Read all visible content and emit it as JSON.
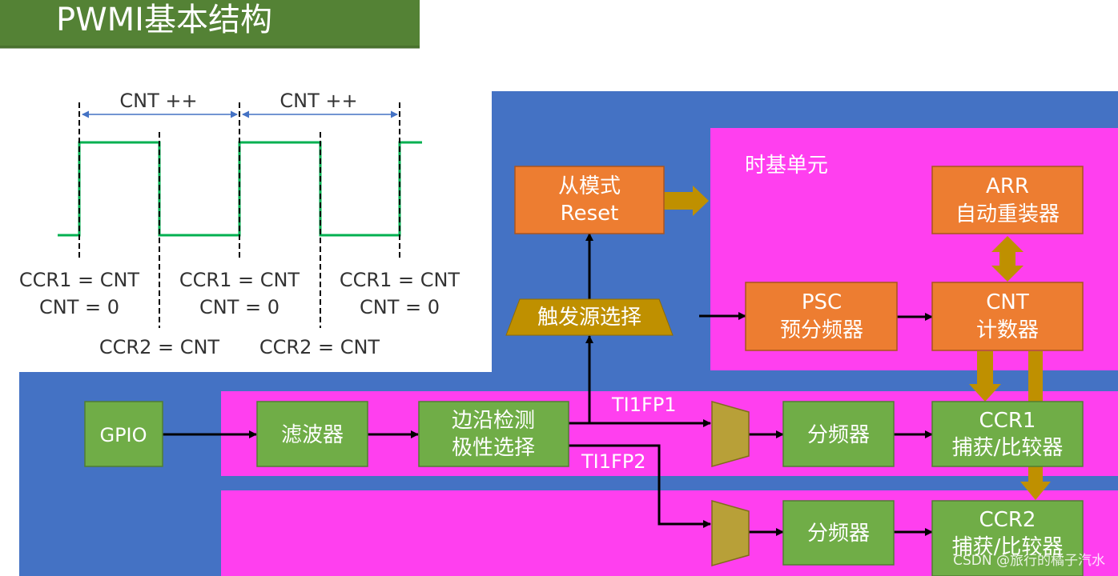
{
  "title": "PWMI基本结构",
  "timing": {
    "cnt_label_1": "CNT ++",
    "cnt_label_2": "CNT ++",
    "rise_1_line1": "CCR1 = CNT",
    "rise_1_line2": "CNT = 0",
    "rise_2_line1": "CCR1 = CNT",
    "rise_2_line2": "CNT = 0",
    "rise_3_line1": "CCR1 = CNT",
    "rise_3_line2": "CNT = 0",
    "fall_1": "CCR2 = CNT",
    "fall_2": "CCR2 = CNT"
  },
  "blocks": {
    "slave_mode_line1": "从模式",
    "slave_mode_line2": "Reset",
    "timebase_title": "时基单元",
    "arr_line1": "ARR",
    "arr_line2": "自动重装器",
    "psc_line1": "PSC",
    "psc_line2": "预分频器",
    "cnt_line1": "CNT",
    "cnt_line2": "计数器",
    "trigger_select": "触发源选择",
    "gpio": "GPIO",
    "filter": "滤波器",
    "edge_line1": "边沿检测",
    "edge_line2": "极性选择",
    "ti1fp1": "TI1FP1",
    "ti1fp2": "TI1FP2",
    "prescaler_1": "分频器",
    "prescaler_2": "分频器",
    "ccr1_line1": "CCR1",
    "ccr1_line2": "捕获/比较器",
    "ccr2_line1": "CCR2",
    "ccr2_line2": "捕获/比较器"
  },
  "watermark": "CSDN @旅行的橘子汽水",
  "colors": {
    "title_bar": "#548235",
    "blue_background": "#4472c4",
    "magenta_panel": "#ff3fef",
    "orange_block": "#ed7d31",
    "green_block": "#70ad47",
    "olive_arrow": "#bf9000",
    "mux": "#b8a038",
    "waveform": "#00b050",
    "cnt_arrow": "#4472c4"
  }
}
